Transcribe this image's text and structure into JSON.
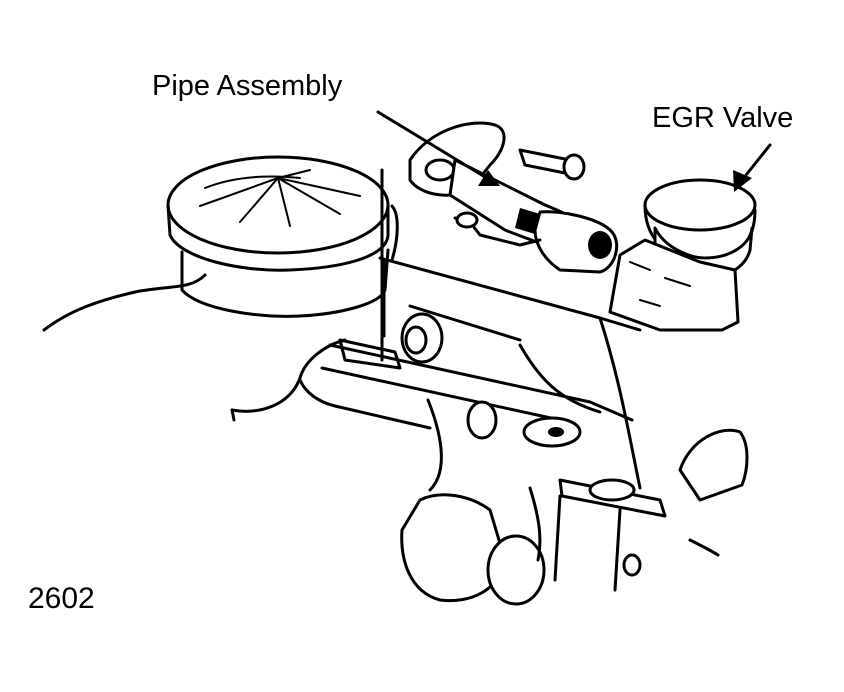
{
  "labels": {
    "pipe_assembly": "Pipe Assembly",
    "egr_valve": "EGR Valve"
  },
  "figure_number": "2602",
  "colors": {
    "ink": "#000000",
    "paper": "#ffffff"
  }
}
